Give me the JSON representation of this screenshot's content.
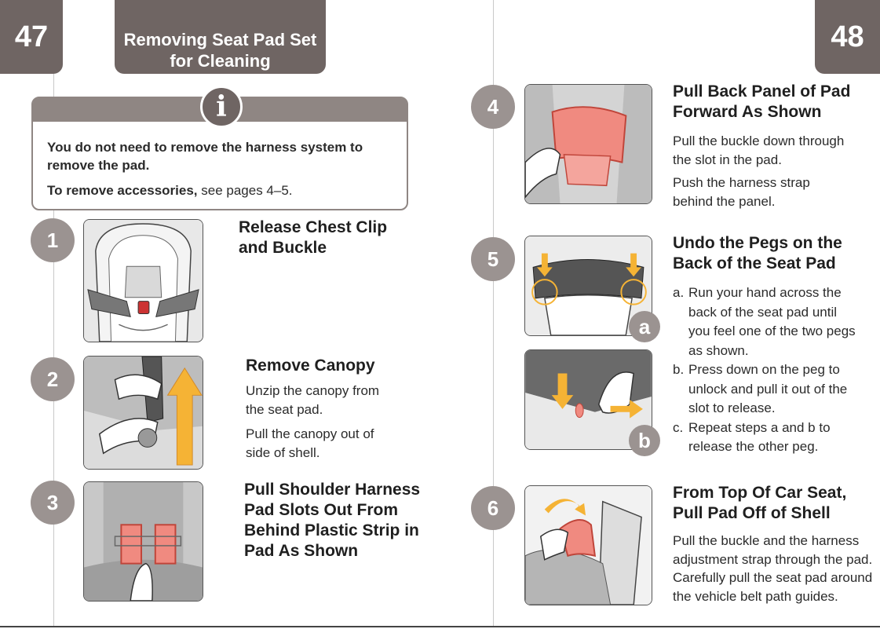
{
  "header": {
    "left_page_number": "47",
    "right_page_number": "48",
    "title_line1": "Removing Seat Pad Set",
    "title_line2": "for Cleaning"
  },
  "info": {
    "icon": "info-icon",
    "icon_glyph": "i",
    "line1": "You do not need to remove the harness system to remove the pad.",
    "line2_bold": "To remove accessories,",
    "line2_rest": " see pages 4–5."
  },
  "steps": [
    {
      "number": "1",
      "title_lines": [
        "Release Chest Clip",
        "and Buckle"
      ],
      "paragraphs": []
    },
    {
      "number": "2",
      "title_lines": [
        "Remove Canopy"
      ],
      "paragraphs": [
        "Unzip the canopy from the seat pad.",
        "Pull the canopy out of side of shell."
      ]
    },
    {
      "number": "3",
      "title_lines": [
        "Pull Shoulder Harness",
        "Pad Slots Out From",
        "Behind Plastic Strip in",
        "Pad As Shown"
      ],
      "paragraphs": []
    },
    {
      "number": "4",
      "title_lines": [
        "Pull Back Panel of Pad",
        "Forward As Shown"
      ],
      "paragraphs": [
        "Pull the buckle down through the slot in the pad.",
        "Push the harness strap behind the panel."
      ]
    },
    {
      "number": "5",
      "title_lines": [
        "Undo the Pegs on the",
        "Back of the Seat Pad"
      ],
      "badges": [
        "a",
        "b"
      ],
      "list": [
        {
          "label": "a.",
          "text": "Run your hand across the back of the seat pad until you feel one of the two pegs as shown."
        },
        {
          "label": "b.",
          "text": "Press down on the peg to unlock and pull it out of the slot to release."
        },
        {
          "label": "c.",
          "text": "Repeat steps a and b to release the other peg."
        }
      ]
    },
    {
      "number": "6",
      "title_lines": [
        "From Top Of Car Seat,",
        "Pull Pad Off of Shell"
      ],
      "paragraphs": [
        "Pull the buckle and the harness adjustment strap through the pad. Carefully pull the seat pad around the vehicle belt path guides."
      ]
    }
  ],
  "colors": {
    "tab": "#6f6563",
    "badge": "#9b9391",
    "highlight_red": "#f08a80",
    "arrow_orange": "#f5b335"
  }
}
